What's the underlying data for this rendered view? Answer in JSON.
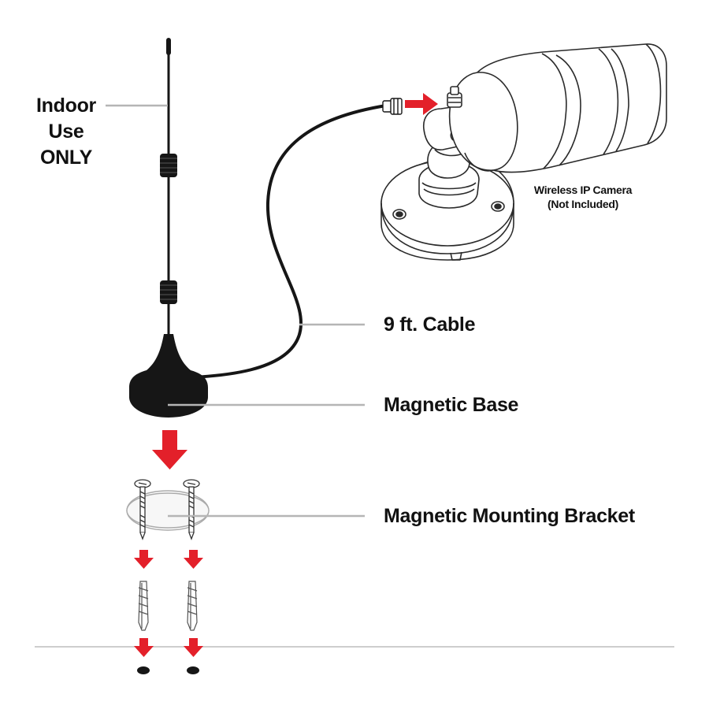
{
  "labels": {
    "indoor_line1": "Indoor",
    "indoor_line2": "Use",
    "indoor_line3": "ONLY",
    "cable": "9 ft. Cable",
    "magnetic_base": "Magnetic Base",
    "mounting_bracket": "Magnetic Mounting Bracket",
    "camera_line1": "Wireless IP Camera",
    "camera_line2": "(Not Included)"
  },
  "colors": {
    "arrow": "#e3202a",
    "leader_line": "#b5b5b5",
    "antenna": "#161616",
    "outline": "#2a2a2a",
    "text": "#111111"
  }
}
